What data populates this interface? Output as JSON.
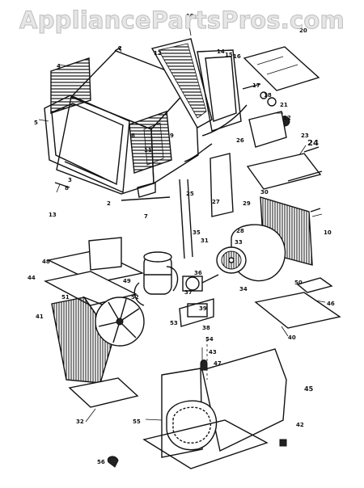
{
  "watermark": "AppliancePartsPros.com",
  "callouts": {
    "c1": "1",
    "c2": "2",
    "c3": "3",
    "c4": "4",
    "c5": "5",
    "c6": "6",
    "c7": "7",
    "c8": "8",
    "c9": "9",
    "c10": "10",
    "c11": "11",
    "c12": "12",
    "c13": "13",
    "c14": "14",
    "c15": "15",
    "c16": "16",
    "c17": "17",
    "c18": "18",
    "c19": "19",
    "c20": "20",
    "c21": "21",
    "c22": "22",
    "c23": "23",
    "c24": "24",
    "c25": "25",
    "c26": "26",
    "c27": "27",
    "c28": "28",
    "c29": "29",
    "c30": "30",
    "c31": "31",
    "c32": "32",
    "c33": "33",
    "c34": "34",
    "c35": "35",
    "c36": "36",
    "c37": "37",
    "c38": "38",
    "c39": "39",
    "c40": "40",
    "c41": "41",
    "c42": "42",
    "c43": "43",
    "c44": "44",
    "c45": "45",
    "c46": "46",
    "c47": "47",
    "c48": "48",
    "c49": "49",
    "c50": "50",
    "c51": "51",
    "c52": "52",
    "c53": "53",
    "c54": "54",
    "c55": "55",
    "c56": "56"
  }
}
